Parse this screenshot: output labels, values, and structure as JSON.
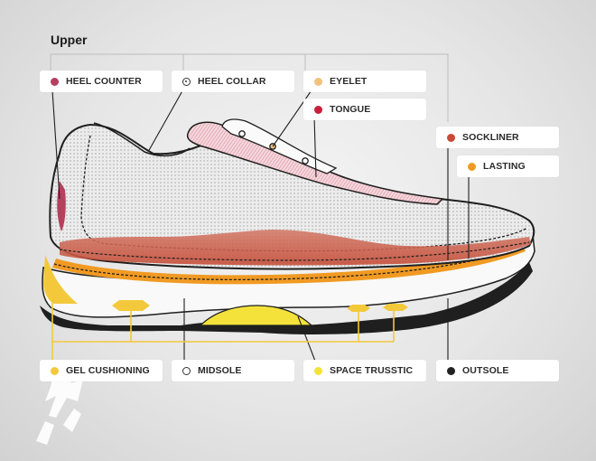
{
  "title": "Upper",
  "colors": {
    "heel_counter": "#b5405e",
    "tongue": "#c8203c",
    "eyelet": "#f1c27e",
    "sockliner": "#c84a36",
    "lasting": "#f19a23",
    "gel_cushioning": "#f3c93b",
    "space_trusstic": "#f4e23b",
    "outsole": "#222222"
  },
  "labels": {
    "heel_counter": "HEEL COUNTER",
    "heel_collar": "HEEL COLLAR",
    "eyelet": "EYELET",
    "tongue": "TONGUE",
    "sockliner": "SOCKLINER",
    "lasting": "LASTING",
    "gel_cushioning": "GEL CUSHIONING",
    "midsole": "MIDSOLE",
    "space_trusstic": "SPACE TRUSSTIC",
    "outsole": "OUTSOLE"
  }
}
